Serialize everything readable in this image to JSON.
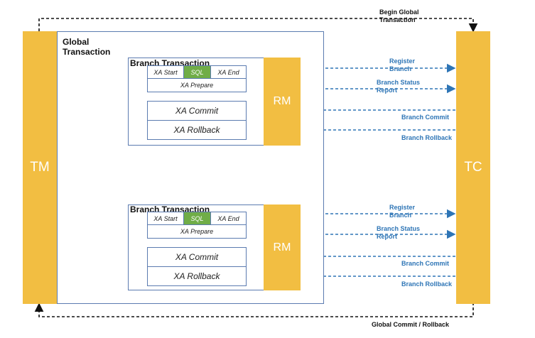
{
  "tm": {
    "label": "TM"
  },
  "tc": {
    "label": "TC"
  },
  "global": {
    "label": "Global Transaction",
    "begin_label": "Begin Global Transaction",
    "end_label": "Global Commit / Rollback"
  },
  "branches": [
    {
      "title": "Branch Transaction",
      "xa_start": "XA Start",
      "sql": "SQL",
      "xa_end": "XA End",
      "xa_prepare": "XA Prepare",
      "xa_commit": "XA Commit",
      "xa_rollback": "XA Rollback",
      "rm": "RM",
      "register": "Register Branch",
      "status": "Branch Status Report",
      "commit": "Branch Commit",
      "rollback": "Branch Rollback"
    },
    {
      "title": "Branch Transaction",
      "xa_start": "XA Start",
      "sql": "SQL",
      "xa_end": "XA End",
      "xa_prepare": "XA Prepare",
      "xa_commit": "XA Commit",
      "xa_rollback": "XA Rollback",
      "rm": "RM",
      "register": "Register Branch",
      "status": "Branch Status Report",
      "commit": "Branch Commit",
      "rollback": "Branch Rollback"
    }
  ],
  "colors": {
    "pillar": "#F2BE42",
    "sql": "#70AD47",
    "arrow": "#2E75B6",
    "border": "#5B7BB0",
    "global_line": "#111111"
  }
}
